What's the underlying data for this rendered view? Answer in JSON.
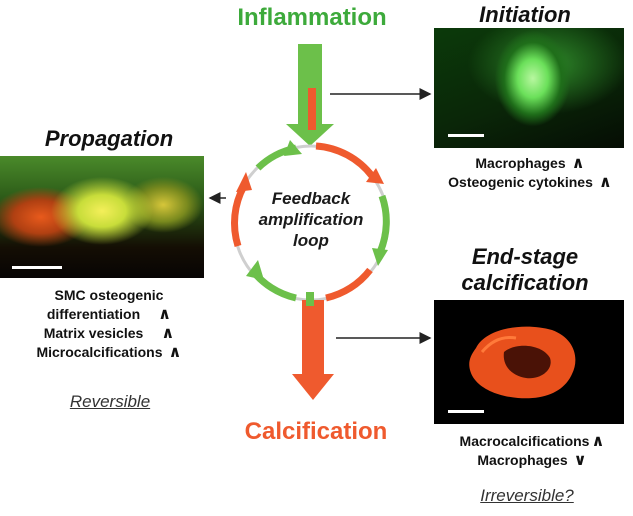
{
  "top_title": "Inflammation",
  "bottom_title": "Calcification",
  "center": {
    "line1": "Feedback",
    "line2": "amplification",
    "line3": "loop"
  },
  "initiation": {
    "heading": "Initiation",
    "items": [
      {
        "label": "Macrophages",
        "trend": "∧"
      },
      {
        "label": "Osteogenic cytokines",
        "trend": "∧"
      }
    ]
  },
  "propagation": {
    "heading": "Propagation",
    "items": [
      {
        "label": "SMC osteogenic",
        "trend": ""
      },
      {
        "label": "differentiation",
        "trend": "∧"
      },
      {
        "label": "Matrix vesicles",
        "trend": "∧"
      },
      {
        "label": "Microcalcifications",
        "trend": "∧"
      }
    ],
    "note": "Reversible"
  },
  "endstage": {
    "heading_line1": "End-stage",
    "heading_line2": "calcification",
    "items": [
      {
        "label": "Macrocalcifications",
        "trend": "∧"
      },
      {
        "label": "Macrophages",
        "trend": "∨"
      }
    ],
    "note": "Irreversible?"
  },
  "colors": {
    "green": "#6cc04a",
    "red": "#ef5a2e",
    "title_green": "#3daa3b",
    "title_red": "#ef5a2e"
  }
}
